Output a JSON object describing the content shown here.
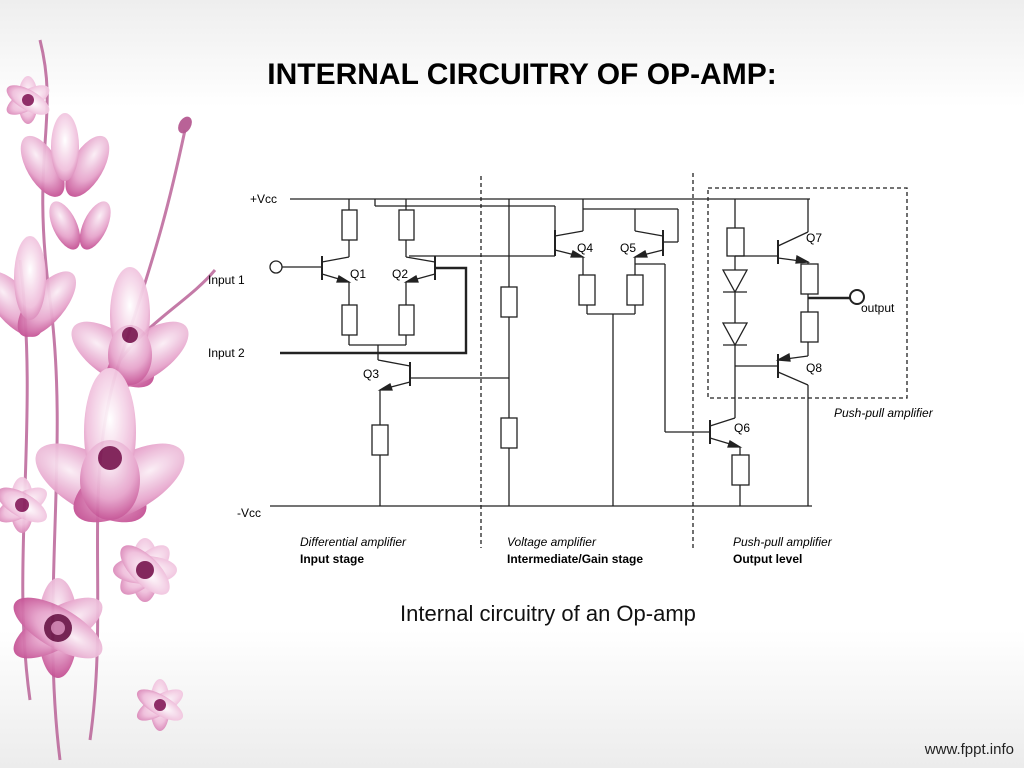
{
  "slide": {
    "title": "INTERNAL CIRCUITRY OF OP-AMP:",
    "caption": "Internal circuitry of an Op-amp",
    "footer": "www.fppt.info"
  },
  "circuit": {
    "rails": {
      "positive": "+Vcc",
      "negative": "-Vcc"
    },
    "inputs": {
      "in1": "Input 1",
      "in2": "Input 2"
    },
    "output": "output",
    "transistors": [
      "Q1",
      "Q2",
      "Q3",
      "Q4",
      "Q5",
      "Q6",
      "Q7",
      "Q8"
    ],
    "box_label": "Push-pull amplifier",
    "stages": [
      {
        "type": "Differential amplifier",
        "name": "Input stage"
      },
      {
        "type": "Voltage amplifier",
        "name": "Intermediate/Gain stage"
      },
      {
        "type": "Push-pull amplifier",
        "name": "Output level"
      }
    ]
  },
  "colors": {
    "flower": "#c0468f",
    "flower_light": "#f2d3e6",
    "stem": "#a9407e",
    "wire": "#222222"
  }
}
